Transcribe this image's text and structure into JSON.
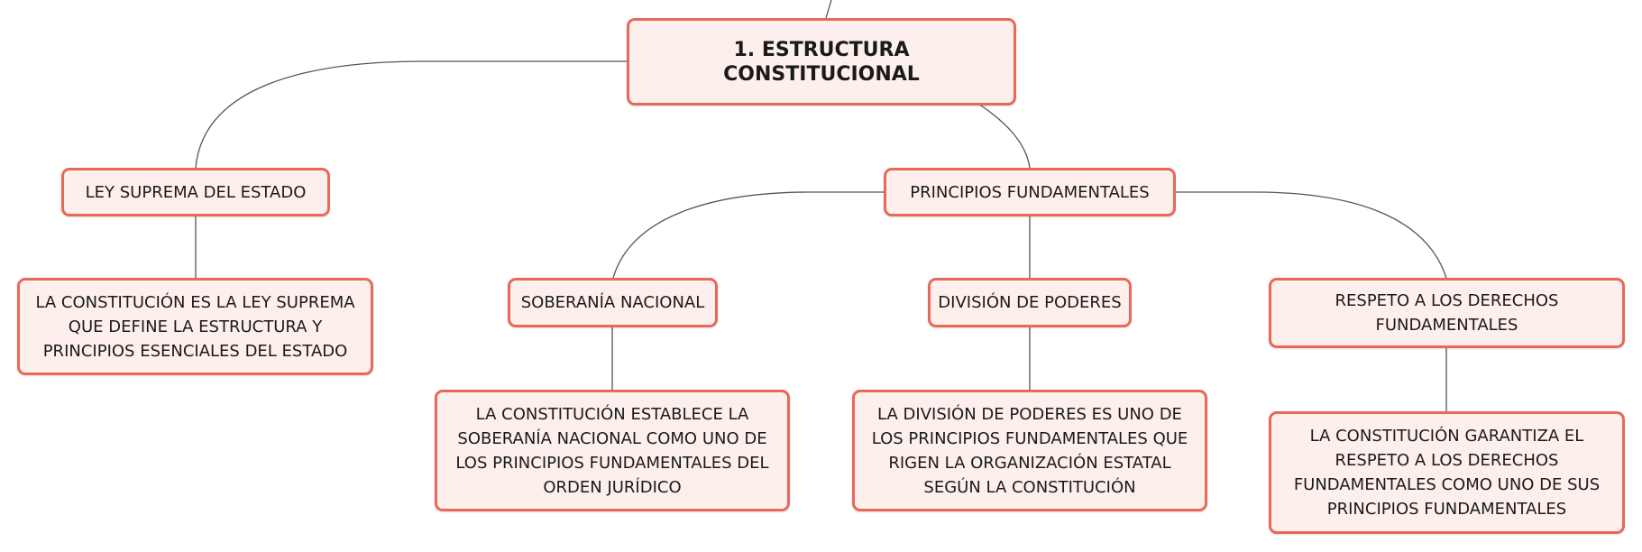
{
  "diagram": {
    "colors": {
      "node_fill": "#fdf0ec",
      "node_border": "#e8685a",
      "connector": "#555555",
      "text": "#1a1a1a"
    },
    "nodes": {
      "root": {
        "label": "1. ESTRUCTURA CONSTITUCIONAL"
      },
      "ley_suprema": {
        "label": "LEY SUPREMA DEL ESTADO"
      },
      "ley_suprema_desc": {
        "label": "LA CONSTITUCIÓN ES LA LEY SUPREMA QUE DEFINE LA ESTRUCTURA Y PRINCIPIOS ESENCIALES DEL ESTADO"
      },
      "principios": {
        "label": "PRINCIPIOS FUNDAMENTALES"
      },
      "soberania": {
        "label": "SOBERANÍA NACIONAL"
      },
      "soberania_desc": {
        "label": "LA CONSTITUCIÓN ESTABLECE LA SOBERANÍA NACIONAL COMO UNO DE LOS PRINCIPIOS FUNDAMENTALES DEL ORDEN JURÍDICO"
      },
      "division": {
        "label": "DIVISIÓN DE PODERES"
      },
      "division_desc": {
        "label": "LA DIVISIÓN DE PODERES ES UNO DE LOS PRINCIPIOS FUNDAMENTALES QUE RIGEN LA ORGANIZACIÓN ESTATAL SEGÚN LA CONSTITUCIÓN"
      },
      "derechos": {
        "label": "RESPETO A LOS DERECHOS FUNDAMENTALES"
      },
      "derechos_desc": {
        "label": "LA CONSTITUCIÓN GARANTIZA EL RESPETO A LOS DERECHOS FUNDAMENTALES COMO UNO DE SUS PRINCIPIOS FUNDAMENTALES"
      }
    },
    "edges": [
      [
        "root",
        "ley_suprema"
      ],
      [
        "root",
        "principios"
      ],
      [
        "ley_suprema",
        "ley_suprema_desc"
      ],
      [
        "principios",
        "soberania"
      ],
      [
        "principios",
        "division"
      ],
      [
        "principios",
        "derechos"
      ],
      [
        "soberania",
        "soberania_desc"
      ],
      [
        "division",
        "division_desc"
      ],
      [
        "derechos",
        "derechos_desc"
      ]
    ]
  }
}
